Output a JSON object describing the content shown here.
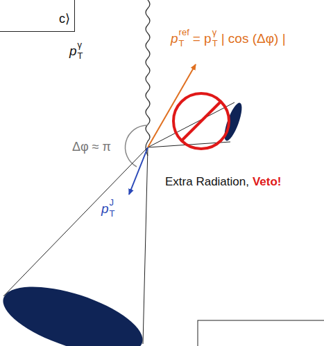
{
  "diagram": {
    "nodes": [
      {
        "text": [
          "c⟩"
        ]
      }
    ],
    "labels": [
      "p",
      "γ",
      "T",
      "p",
      "ref",
      "T",
      "= p",
      "γ",
      "T",
      "| cos (Δφ) |",
      "Δφ ≈ π",
      "Extra Radiation,",
      "Veto!",
      "p",
      "J",
      "T"
    ]
  }
}
